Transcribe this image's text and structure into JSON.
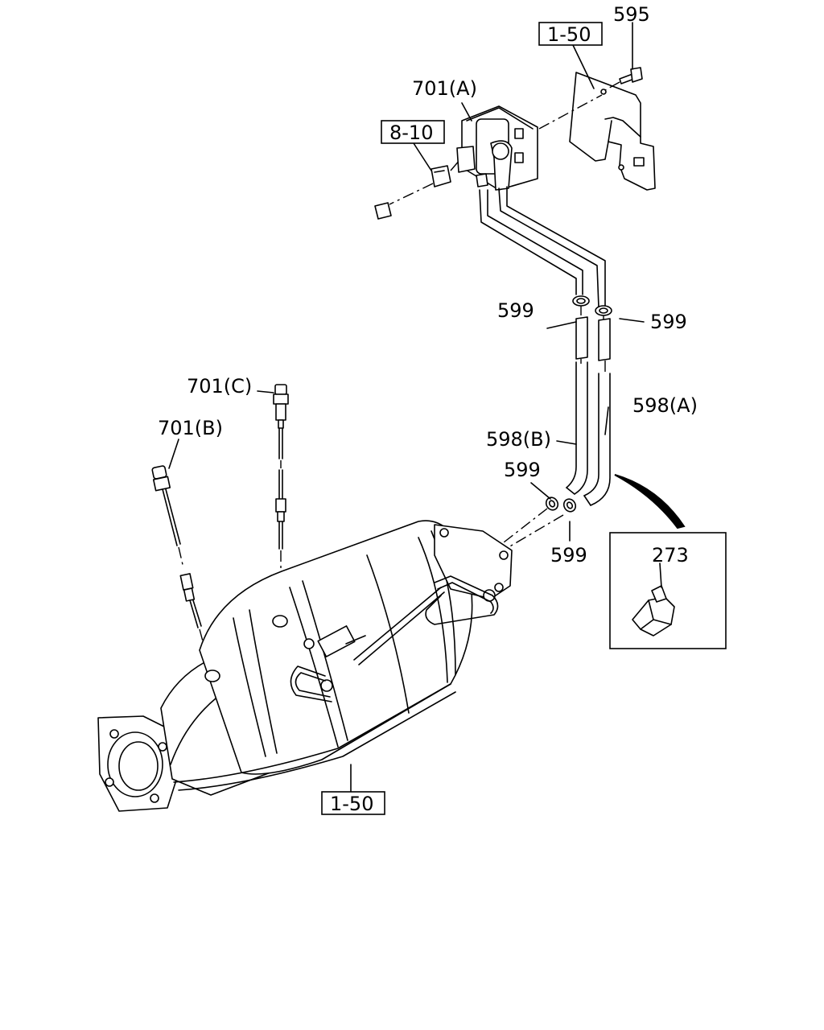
{
  "labels": {
    "bolt": "595",
    "ref_bracket": "1-50",
    "sensor_a": "701(A)",
    "ref_harness": "8-10",
    "clamp_a": "599",
    "clamp_b": "599",
    "clamp_c": "599",
    "clamp_d": "599",
    "hose_a": "598(A)",
    "hose_b": "598(B)",
    "sensor_c": "701(C)",
    "sensor_b": "701(B)",
    "clip": "273",
    "ref_dpf": "1-50"
  }
}
